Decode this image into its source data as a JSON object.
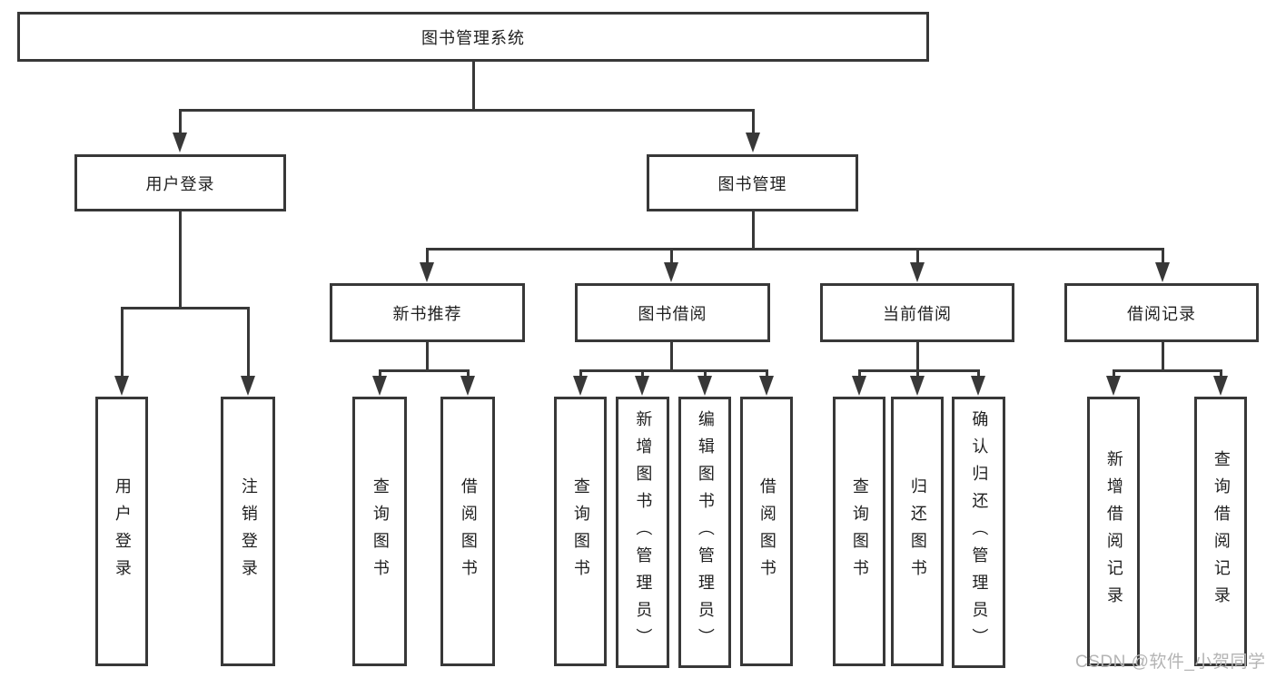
{
  "tree": {
    "root": {
      "label": "图书管理系统"
    },
    "branches": [
      {
        "label": "用户登录",
        "children": [
          {
            "label": "用户登录"
          },
          {
            "label": "注销登录"
          }
        ]
      },
      {
        "label": "图书管理",
        "groups": [
          {
            "label": "新书推荐",
            "children": [
              {
                "label": "查询图书"
              },
              {
                "label": "借阅图书"
              }
            ]
          },
          {
            "label": "图书借阅",
            "children": [
              {
                "label": "查询图书"
              },
              {
                "label": "新增图书（管理员）"
              },
              {
                "label": "编辑图书（管理员）"
              },
              {
                "label": "借阅图书"
              }
            ]
          },
          {
            "label": "当前借阅",
            "children": [
              {
                "label": "查询图书"
              },
              {
                "label": "归还图书"
              },
              {
                "label": "确认归还（管理员）"
              }
            ]
          },
          {
            "label": "借阅记录",
            "children": [
              {
                "label": "新增借阅记录"
              },
              {
                "label": "查询借阅记录"
              }
            ]
          }
        ]
      }
    ]
  },
  "watermark": {
    "text": "CSDN @软件_小贺同学"
  },
  "colors": {
    "line": "#383838",
    "text": "#1f1f1f",
    "bg": "#ffffff",
    "watermark": "#b4b4b4"
  }
}
